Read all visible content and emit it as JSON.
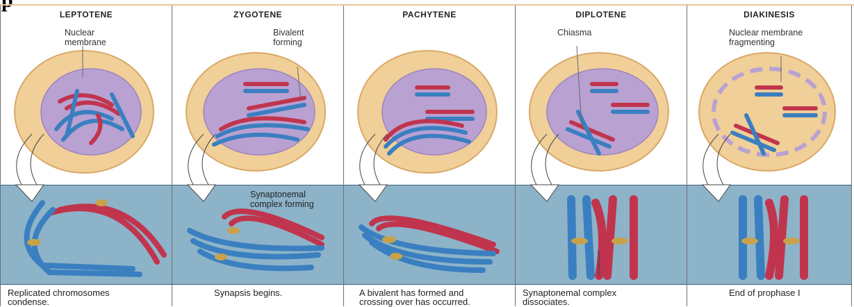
{
  "page": {
    "heading_glyph": "p"
  },
  "stages": [
    {
      "title": "LEPTOTENE",
      "cell_label": "Nuclear\nmembrane",
      "panel_label": "",
      "caption": "Replicated chromosomes\ncondense."
    },
    {
      "title": "ZYGOTENE",
      "cell_label": "Bivalent\nforming",
      "panel_label": "Synaptonemal\ncomplex forming",
      "caption": "Synapsis begins."
    },
    {
      "title": "PACHYTENE",
      "cell_label": "",
      "panel_label": "",
      "caption": "A bivalent has formed and\ncrossing over has occurred."
    },
    {
      "title": "DIPLOTENE",
      "cell_label": "Chiasma",
      "panel_label": "",
      "caption": "Synaptonemal complex\ndissociates."
    },
    {
      "title": "DIAKINESIS",
      "cell_label": "Nuclear membrane\nfragmenting",
      "panel_label": "",
      "caption": "End of prophase I"
    }
  ],
  "colors": {
    "cytoplasm": "#f0cf98",
    "nucleus": "#b9a1d2",
    "chromosome_blue": "#3a7fc0",
    "chromosome_red": "#c0354d",
    "chiasma": "#c8a24a",
    "panel_bg": "#8db3c9"
  }
}
